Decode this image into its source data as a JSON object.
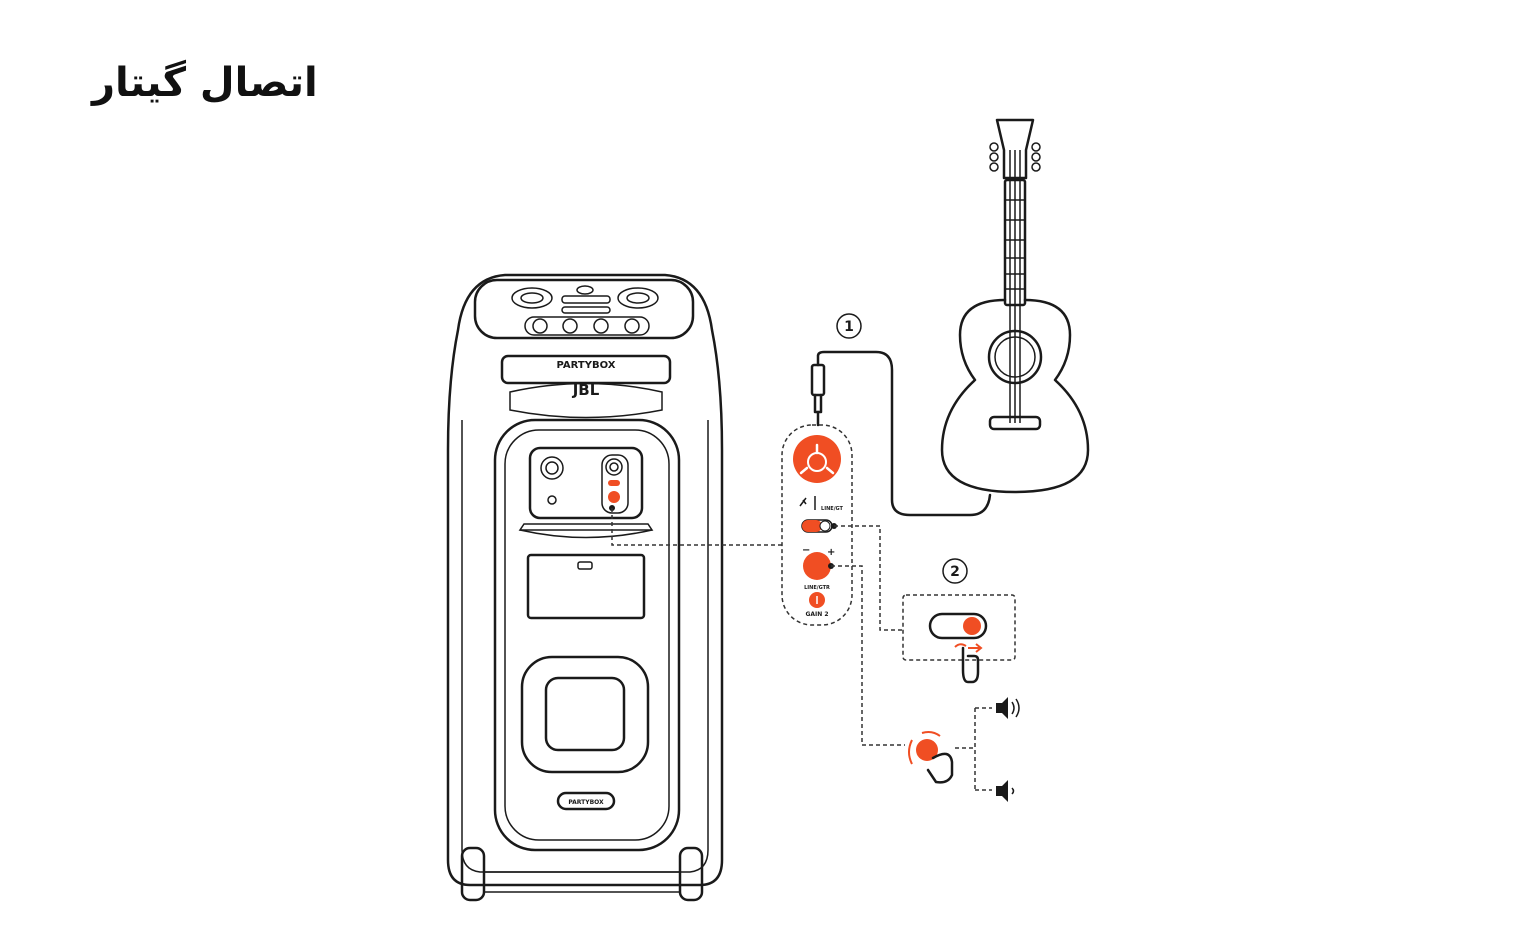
{
  "title": "اتصال گیتار",
  "speaker": {
    "model_label": "PARTYBOX",
    "brand": "JBL",
    "bottom_badge": "PARTYBOX"
  },
  "panel": {
    "input_label": "LINE/GT",
    "knob_label": "LINE/GTR",
    "gain_label": "GAIN 2"
  },
  "steps": {
    "step1": "1",
    "step2": "2"
  },
  "icons": {
    "guitar": "acoustic-guitar-icon",
    "jack": "mono-jack-plug-icon",
    "volume_high": "speaker-volume-high-icon",
    "volume_low": "speaker-volume-low-icon",
    "hand_slide": "hand-slide-switch-icon",
    "hand_rotate": "hand-rotate-knob-icon"
  },
  "colors": {
    "accent": "#f04e23",
    "line": "#1a1a1a"
  }
}
